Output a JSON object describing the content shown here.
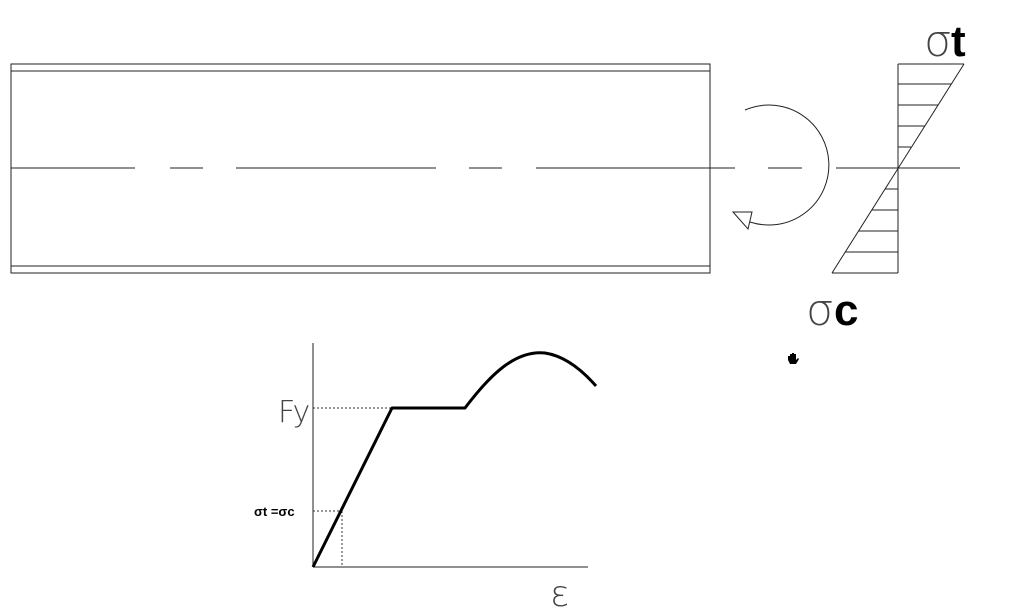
{
  "labels": {
    "sigma_t_symbol": "σ",
    "sigma_t_sub": "t",
    "sigma_c_symbol": "σ",
    "sigma_c_sub": "c",
    "fy": "Fy",
    "equality": "σt =σc",
    "strain": "ε"
  },
  "icons": {
    "cursor": "hand-cursor-icon"
  }
}
